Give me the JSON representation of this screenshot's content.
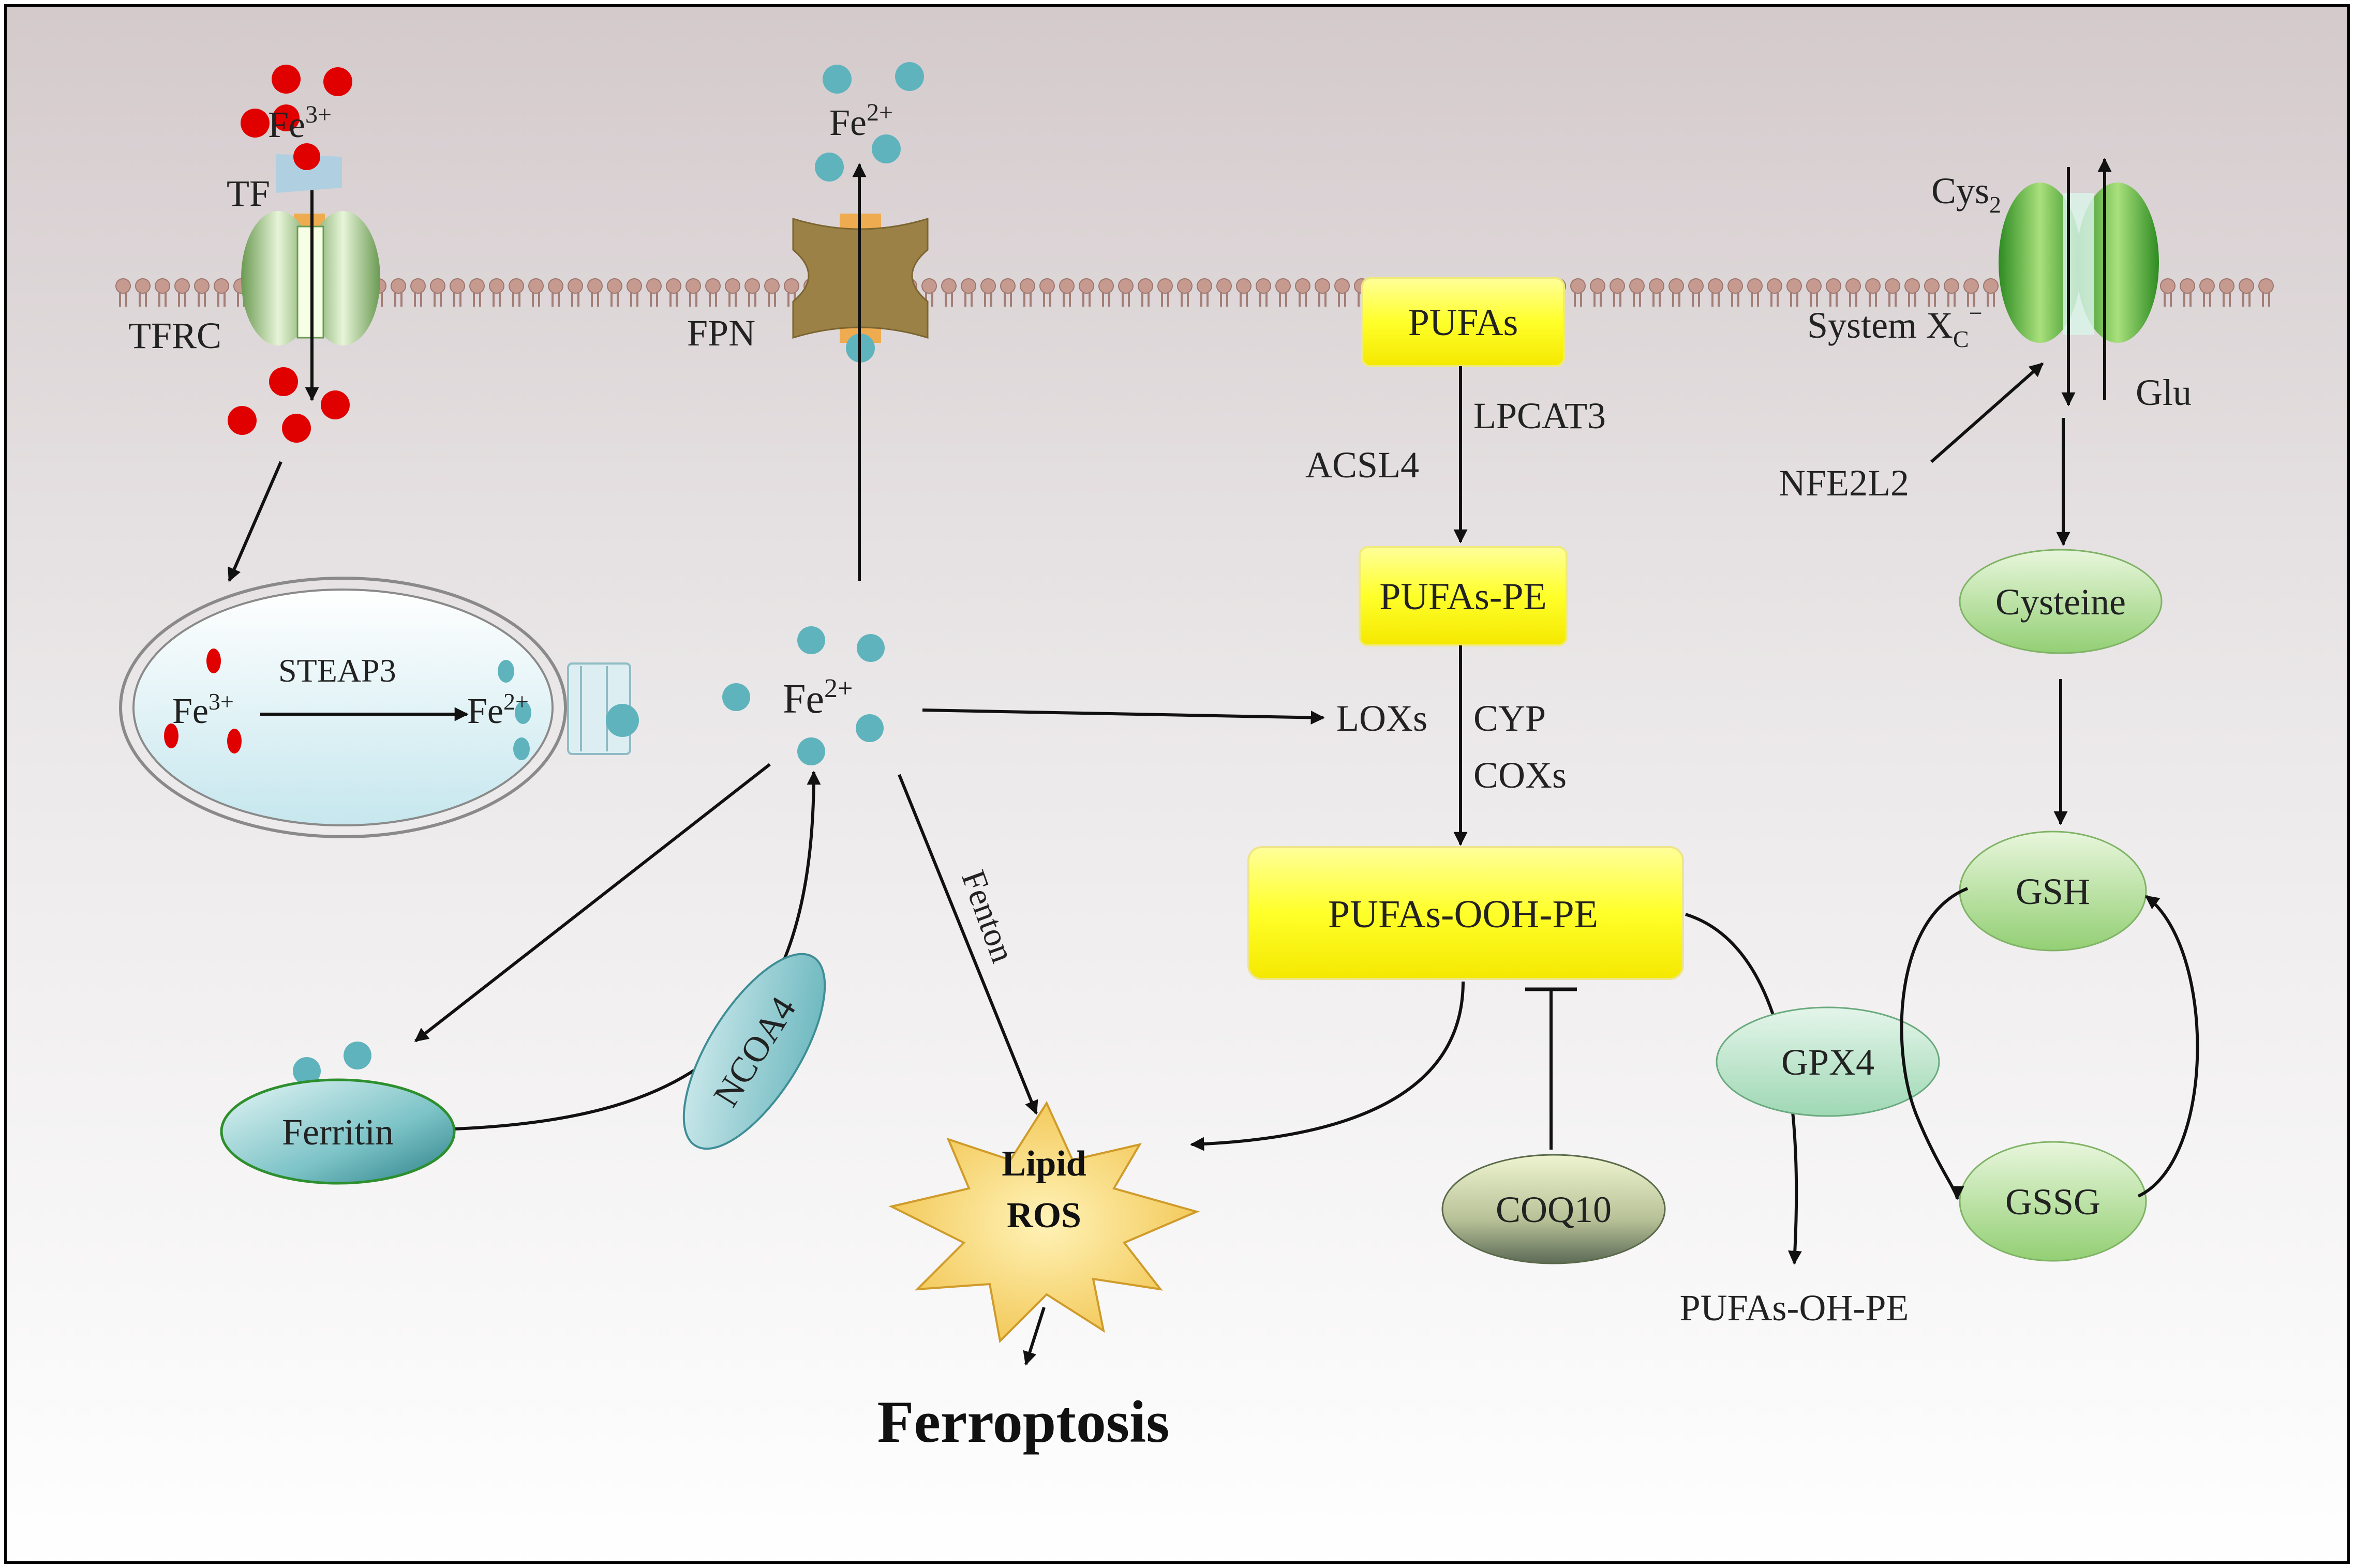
{
  "colors": {
    "fe3": "#e00000",
    "fe2": "#5fb3bd",
    "yellow_box": "#ffff33",
    "green_node": "#b5dea0",
    "membrane": "#b98f86",
    "background_top": "#d6cdcf",
    "background_bottom": "#ffffff"
  },
  "labels": {
    "fe3_top": "Fe",
    "fe3_top_sup": "3+",
    "fe2_top": "Fe",
    "fe2_top_sup": "2+",
    "tf": "TF",
    "tfrc": "TFRC",
    "fpn": "FPN",
    "steap3": "STEAP3",
    "endo_fe3": "Fe",
    "endo_fe3_sup": "3+",
    "endo_fe2": "Fe",
    "endo_fe2_sup": "2+",
    "fe2_center": "Fe",
    "fe2_center_sup": "2+",
    "fenton": "Fenton",
    "ncoa4": "NCOA4",
    "ferritin": "Ferritin",
    "lipid": "Lipid",
    "ros": "ROS",
    "ferroptosis": "Ferroptosis",
    "pufas": "PUFAs",
    "lpcat3": "LPCAT3",
    "acsl4": "ACSL4",
    "pufas_pe": "PUFAs-PE",
    "loxs": "LOXs",
    "cyp": "CYP",
    "coxs": "COXs",
    "pufas_ooh_pe": "PUFAs-OOH-PE",
    "coq10": "COQ10",
    "gpx4": "GPX4",
    "pufas_oh_pe": "PUFAs-OH-PE",
    "cys2": "Cys",
    "cys2_sub": "2",
    "system_xc": "System X",
    "system_xc_sub": "C",
    "system_xc_sup": "−",
    "glu": "Glu",
    "nfe2l2": "NFE2L2",
    "cysteine": "Cysteine",
    "gsh": "GSH",
    "gssg": "GSSG"
  }
}
